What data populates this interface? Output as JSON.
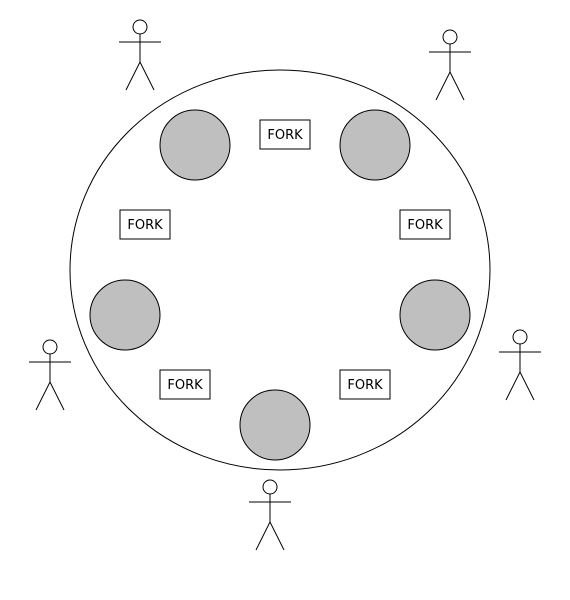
{
  "diagram": {
    "colors": {
      "stroke": "#000000",
      "plate_fill": "#bfbfbf",
      "background": "#ffffff"
    },
    "forks": [
      {
        "label": "FORK"
      },
      {
        "label": "FORK"
      },
      {
        "label": "FORK"
      },
      {
        "label": "FORK"
      },
      {
        "label": "FORK"
      }
    ],
    "plate_count": 5,
    "philosopher_count": 5
  }
}
